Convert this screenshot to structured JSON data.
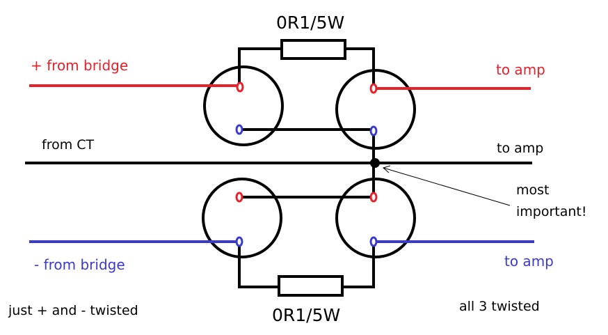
{
  "colors": {
    "positive": "#e8202a",
    "negative": "#3a3ad0",
    "ground": "#000000"
  },
  "labels": {
    "resistor_top": "0R1/5W",
    "resistor_bottom": "0R1/5W",
    "plus_from_bridge": "+ from bridge",
    "minus_from_bridge": "- from bridge",
    "to_amp_red": "to amp",
    "to_amp_black": "to amp",
    "to_amp_blue": "to amp",
    "from_ct": "from CT",
    "most": "most",
    "important": "important!",
    "just_twisted": "just + and - twisted",
    "all_twisted": "all 3 twisted"
  }
}
